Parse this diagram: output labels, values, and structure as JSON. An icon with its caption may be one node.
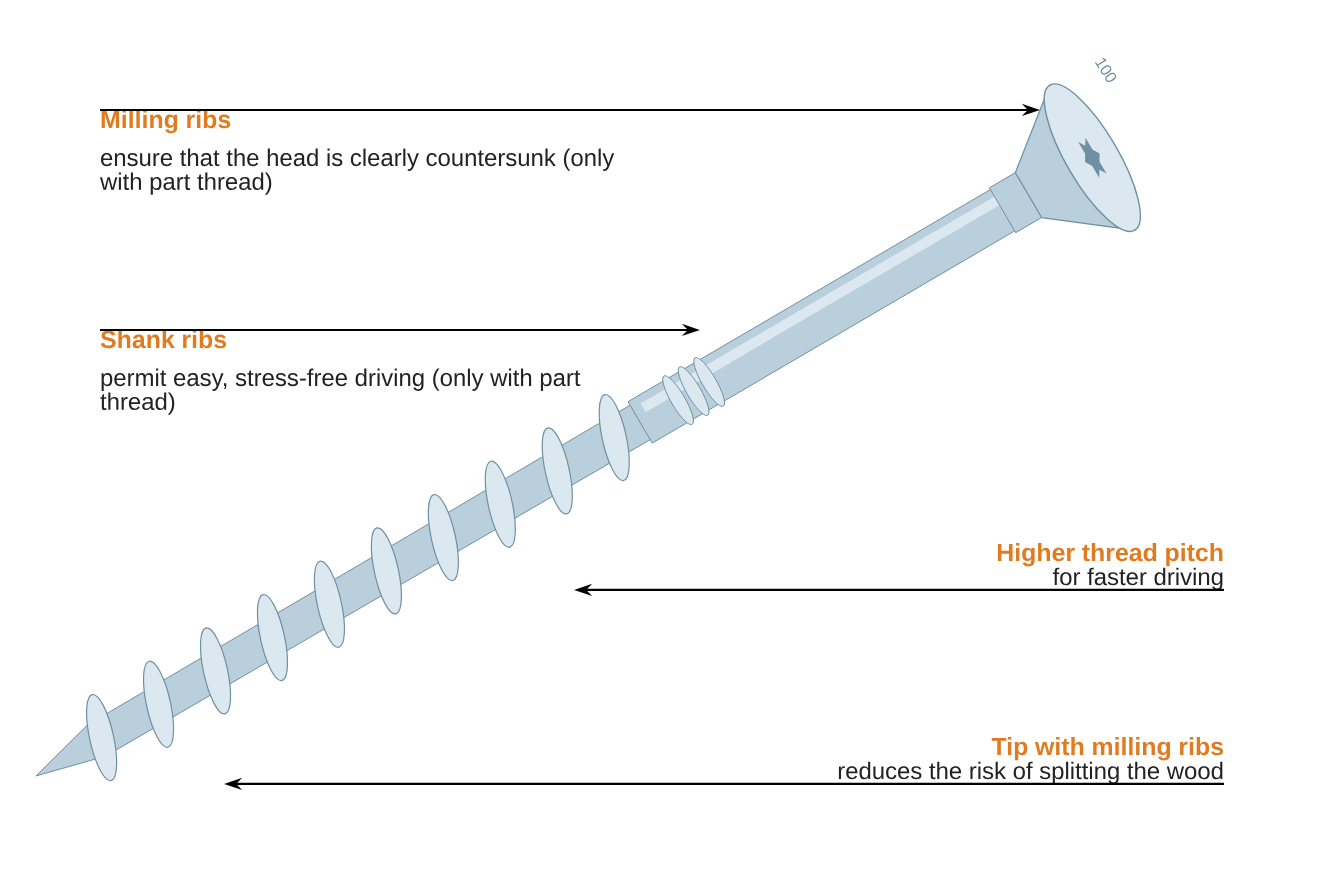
{
  "diagram": {
    "nodes": [
      {
        "text": [
          "Milling ribs",
          "ensure that the head is clearly countersunk (only with part thread)"
        ]
      },
      {
        "text": [
          "Shank ribs",
          "permit easy, stress-free driving (only with part thread)"
        ]
      },
      {
        "text": [
          "Higher thread pitch",
          "for faster driving"
        ]
      },
      {
        "text": [
          "Tip with milling ribs",
          "reduces the risk of splitting the wood"
        ]
      }
    ],
    "edges": [
      {
        "from": 0,
        "to": null,
        "arrow": "to"
      },
      {
        "from": 1,
        "to": null,
        "arrow": "to"
      },
      {
        "from": 2,
        "to": null,
        "arrow": "to"
      },
      {
        "from": 3,
        "to": null,
        "arrow": "to"
      }
    ],
    "labels": [
      "100"
    ]
  }
}
